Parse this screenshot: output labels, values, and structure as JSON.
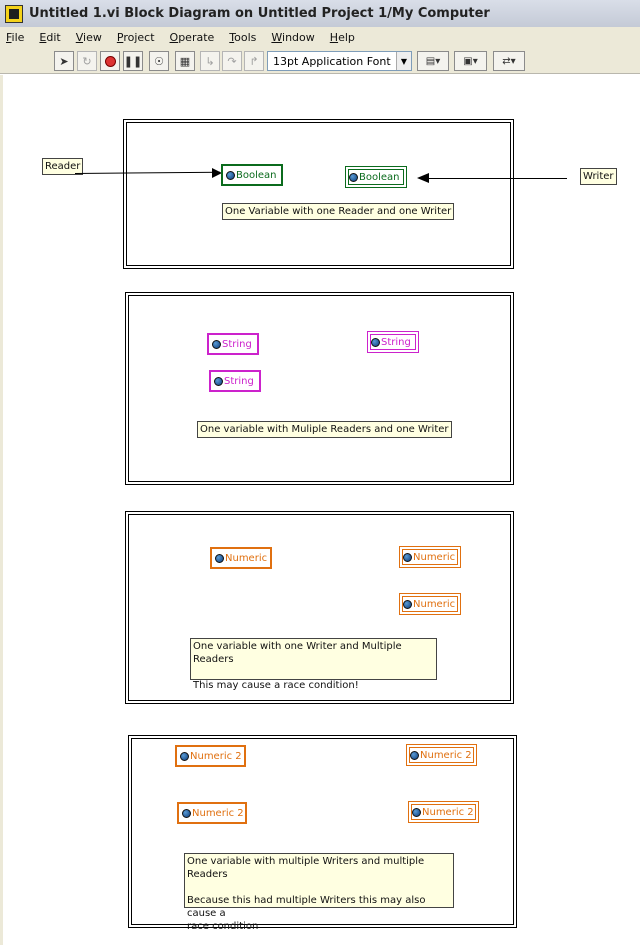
{
  "window": {
    "title": "Untitled 1.vi Block Diagram on Untitled Project 1/My Computer"
  },
  "menu": {
    "items": [
      {
        "key": "F",
        "rest": "ile"
      },
      {
        "key": "E",
        "rest": "dit"
      },
      {
        "key": "V",
        "rest": "iew"
      },
      {
        "key": "P",
        "rest": "roject"
      },
      {
        "key": "O",
        "rest": "perate"
      },
      {
        "key": "T",
        "rest": "ools"
      },
      {
        "key": "W",
        "rest": "indow"
      },
      {
        "key": "H",
        "rest": "elp"
      }
    ]
  },
  "toolbar": {
    "font": "13pt Application Font"
  },
  "section1": {
    "reader_label": "Reader",
    "writer_label": "Writer",
    "reader_var": "Boolean",
    "writer_var": "Boolean",
    "caption": "One Variable with one Reader and one Writer"
  },
  "section2": {
    "writer_var": "String",
    "reader1_var": "String",
    "reader2_var": "String",
    "caption": "One variable with Muliple Readers and one Writer"
  },
  "section3": {
    "writer_var": "Numeric",
    "reader1_var": "Numeric",
    "reader2_var": "Numeric",
    "caption": "One variable with one Writer and Multiple Readers\n\nThis may cause a race condition!"
  },
  "section4": {
    "writer1_var": "Numeric 2",
    "writer2_var": "Numeric 2",
    "reader1_var": "Numeric 2",
    "reader2_var": "Numeric 2",
    "caption": "One variable with multiple Writers and multiple Readers\n\nBecause this had multiple Writers this may also cause a\nrace condition"
  },
  "colors": {
    "boolean": "#0b6b1d",
    "string": "#cc22cc",
    "numeric": "#e07010",
    "label_bg": "#ffffe1"
  }
}
